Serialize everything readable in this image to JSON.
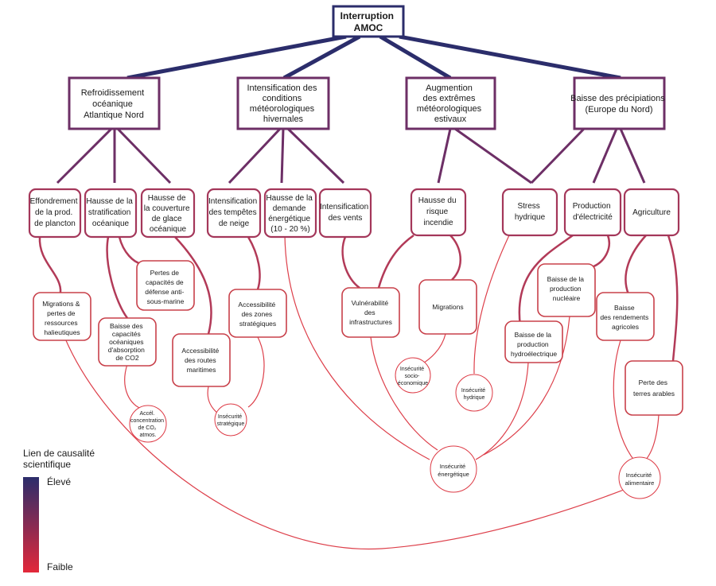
{
  "root": {
    "lines": [
      "Interruption",
      "AMOC"
    ]
  },
  "level1": [
    {
      "id": "refroid",
      "lines": [
        "Refroidissement",
        "océanique",
        "Atlantique Nord"
      ]
    },
    {
      "id": "hivern",
      "lines": [
        "Intensification des",
        "conditions",
        "météorologiques",
        "hivernales"
      ]
    },
    {
      "id": "estiv",
      "lines": [
        "Augmention",
        "des extrêmes",
        "météorologiques",
        "estivaux"
      ]
    },
    {
      "id": "precip",
      "lines": [
        "Baisse des précipiations",
        "(Europe du Nord)"
      ]
    }
  ],
  "level2": [
    {
      "id": "plancton",
      "lines": [
        "Effondrement",
        "de la prod.",
        "de plancton"
      ]
    },
    {
      "id": "stratif",
      "lines": [
        "Hausse de la",
        "stratification",
        "océanique"
      ]
    },
    {
      "id": "glace",
      "lines": [
        "Hausse de",
        "la couverture",
        "de glace",
        "océanique"
      ]
    },
    {
      "id": "neige",
      "lines": [
        "Intensification",
        "des tempêtes",
        "de neige"
      ]
    },
    {
      "id": "demande",
      "lines": [
        "Hausse de la",
        "demande",
        "énergétique",
        "(10 - 20 %)"
      ]
    },
    {
      "id": "vents",
      "lines": [
        "Intensification",
        "des vents"
      ]
    },
    {
      "id": "incendie",
      "lines": [
        "Hausse du",
        "risque",
        "incendie"
      ]
    },
    {
      "id": "stress",
      "lines": [
        "Stress",
        "hydrique"
      ]
    },
    {
      "id": "elec",
      "lines": [
        "Production",
        "d'électricité"
      ]
    },
    {
      "id": "agri",
      "lines": [
        "Agriculture"
      ]
    }
  ],
  "level3": [
    {
      "id": "migr_hal",
      "lines": [
        "Migrations &",
        "pertes de",
        "ressources",
        "halieutiques"
      ]
    },
    {
      "id": "pertes_def",
      "lines": [
        "Pertes de",
        "capacités de",
        "défense anti-",
        "sous-marine"
      ]
    },
    {
      "id": "baisse_co2",
      "lines": [
        "Baisse des",
        "capacités",
        "océaniques",
        "d'absorption",
        "de CO2"
      ]
    },
    {
      "id": "access_routes",
      "lines": [
        "Accessibilité",
        "des routes",
        "maritimes"
      ]
    },
    {
      "id": "access_zones",
      "lines": [
        "Accessibilité",
        "des zones",
        "stratégiques"
      ]
    },
    {
      "id": "vuln",
      "lines": [
        "Vulnérabilité",
        "des",
        "infrastructures"
      ]
    },
    {
      "id": "migrations",
      "lines": [
        "Migrations"
      ]
    },
    {
      "id": "nucl",
      "lines": [
        "Baisse de la",
        "production",
        "nucléaire"
      ]
    },
    {
      "id": "hydro",
      "lines": [
        "Baisse de la",
        "production",
        "hydroélectrique"
      ]
    },
    {
      "id": "rend",
      "lines": [
        "Baisse",
        "des rendements",
        "agricoles"
      ]
    },
    {
      "id": "terres",
      "lines": [
        "Perte des",
        "terres arables"
      ]
    }
  ],
  "level4": [
    {
      "id": "accel_co2",
      "lines": [
        "Accél.",
        "concentration",
        "de CO₂",
        "atmos."
      ]
    },
    {
      "id": "ins_strat",
      "lines": [
        "Insécurité",
        "stratégique"
      ]
    },
    {
      "id": "ins_socio",
      "lines": [
        "Insécurité",
        "socio-",
        "économique"
      ]
    },
    {
      "id": "ins_hydr",
      "lines": [
        "Insécurité",
        "hydrique"
      ]
    },
    {
      "id": "ins_energ",
      "lines": [
        "Insécurité",
        "énergétique"
      ]
    },
    {
      "id": "ins_alim",
      "lines": [
        "Insécurité",
        "alimentaire"
      ]
    }
  ],
  "legend": {
    "title_lines": [
      "Lien de causalité",
      "scientifique"
    ],
    "high": "Élevé",
    "low": "Faible",
    "color_high": "#2b2d6b",
    "color_low": "#e3283a"
  },
  "colors": {
    "tier1": "#2b2d6b",
    "tier2": "#6d2f66",
    "tier3": "#a4375a",
    "tier4": "#d6304a",
    "tier5": "#ee4040"
  }
}
